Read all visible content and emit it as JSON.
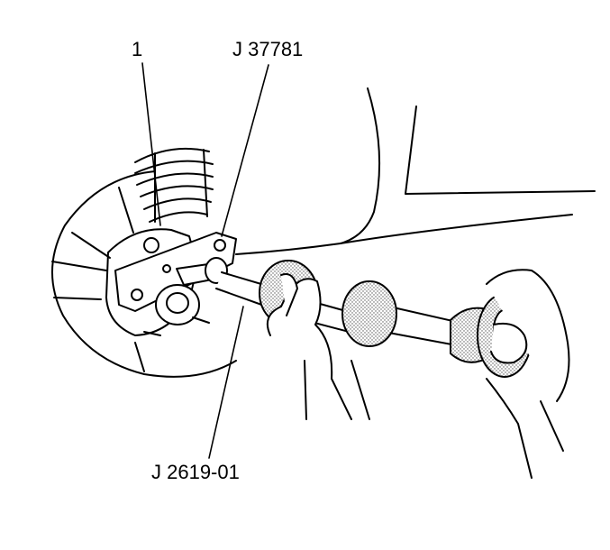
{
  "callouts": [
    {
      "id": "1",
      "text": "1"
    },
    {
      "id": "j37781",
      "text": "J 37781"
    },
    {
      "id": "j2619",
      "text": "J 2619-01"
    }
  ],
  "colors": {
    "ink": "#000000",
    "paper": "#ffffff",
    "shade": "#cfcfcf"
  }
}
